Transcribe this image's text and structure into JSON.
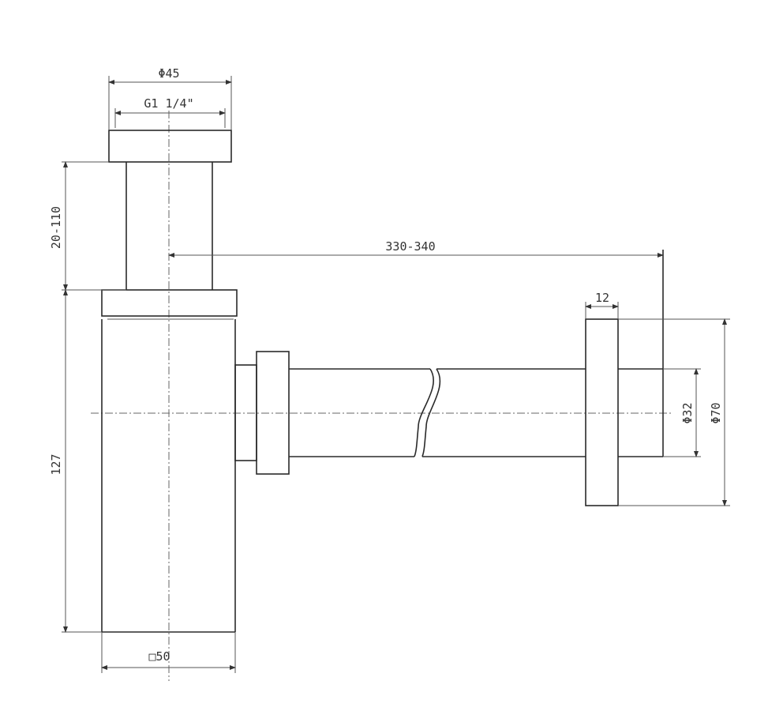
{
  "drawing": {
    "title": "Bottle siphon technical drawing",
    "dimensions": {
      "cap_diameter": "Φ45",
      "thread": "G1 1/4\"",
      "height_adjust": "20-110",
      "body_height": "127",
      "body_width": "□50",
      "horizontal_reach": "330-340",
      "flange_thickness": "12",
      "pipe_diameter": "Φ32",
      "flange_diameter": "Φ70"
    }
  }
}
